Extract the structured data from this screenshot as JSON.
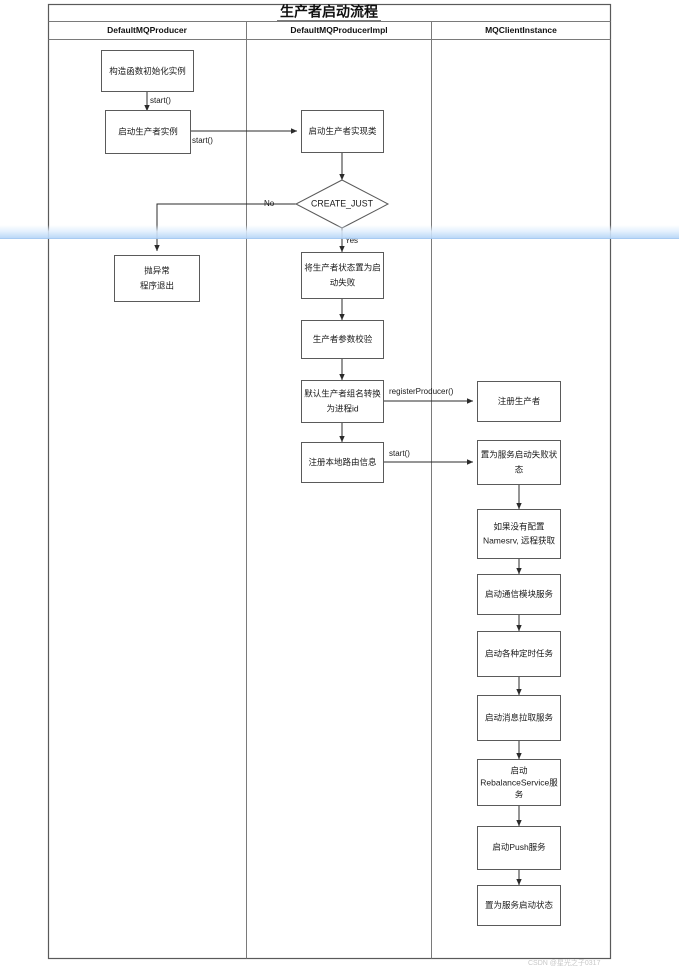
{
  "diagram": {
    "title": "生产者启动流程",
    "columns": [
      {
        "id": "col-default-mq-producer",
        "label": "DefaultMQProducer"
      },
      {
        "id": "col-default-mq-producer-impl",
        "label": "DefaultMQProducerImpl"
      },
      {
        "id": "col-mq-client-instance",
        "label": "MQClientInstance"
      }
    ],
    "nodes": [
      {
        "id": "n1",
        "lane": 0,
        "shape": "rect",
        "lines": [
          "构造函数初始化实例"
        ]
      },
      {
        "id": "n2",
        "lane": 0,
        "shape": "rect",
        "lines": [
          "启动生产者实例"
        ]
      },
      {
        "id": "n3",
        "lane": 0,
        "shape": "rect",
        "lines": [
          "抛异常",
          "程序退出"
        ]
      },
      {
        "id": "n4",
        "lane": 1,
        "shape": "rect",
        "lines": [
          "启动生产者实现类"
        ]
      },
      {
        "id": "n5",
        "lane": 1,
        "shape": "diamond",
        "lines": [
          "CREATE_JUST"
        ]
      },
      {
        "id": "n6",
        "lane": 1,
        "shape": "rect",
        "lines": [
          "将生产者状态置为启",
          "动失败"
        ]
      },
      {
        "id": "n7",
        "lane": 1,
        "shape": "rect",
        "lines": [
          "生产者参数校验"
        ]
      },
      {
        "id": "n8",
        "lane": 1,
        "shape": "rect",
        "lines": [
          "默认生产者组名转换",
          "为进程id"
        ]
      },
      {
        "id": "n9",
        "lane": 1,
        "shape": "rect",
        "lines": [
          "注册本地路由信息"
        ]
      },
      {
        "id": "n10",
        "lane": 2,
        "shape": "rect",
        "lines": [
          "注册生产者"
        ]
      },
      {
        "id": "n11",
        "lane": 2,
        "shape": "rect",
        "lines": [
          "置为服务启动失败状",
          "态"
        ]
      },
      {
        "id": "n12",
        "lane": 2,
        "shape": "rect",
        "lines": [
          "如果没有配置",
          "Namesrv, 远程获取"
        ]
      },
      {
        "id": "n13",
        "lane": 2,
        "shape": "rect",
        "lines": [
          "启动通信模块服务"
        ]
      },
      {
        "id": "n14",
        "lane": 2,
        "shape": "rect",
        "lines": [
          "启动各种定时任务"
        ]
      },
      {
        "id": "n15",
        "lane": 2,
        "shape": "rect",
        "lines": [
          "启动消息拉取服务"
        ]
      },
      {
        "id": "n16",
        "lane": 2,
        "shape": "rect",
        "lines": [
          "启动",
          "RebalanceService服",
          "务"
        ]
      },
      {
        "id": "n17",
        "lane": 2,
        "shape": "rect",
        "lines": [
          "启动Push服务"
        ]
      },
      {
        "id": "n18",
        "lane": 2,
        "shape": "rect",
        "lines": [
          "置为服务启动状态"
        ]
      }
    ],
    "edge_labels": [
      {
        "id": "e1",
        "text": "start()"
      },
      {
        "id": "e2",
        "text": "start()"
      },
      {
        "id": "e3",
        "text": "No"
      },
      {
        "id": "e4",
        "text": "Yes"
      },
      {
        "id": "e5",
        "text": "registerProducer()"
      },
      {
        "id": "e6",
        "text": "start()"
      }
    ],
    "watermark": "CSDN @星光之子0317",
    "colors": {
      "box_stroke": "#5a5a5a",
      "box_fill": "#ffffff",
      "connector": "#2b2b2b",
      "frame": "#5a5a5a",
      "highlight_band": "#b9d7f7",
      "text": "#1a1a1a",
      "watermark": "#c8c8c8"
    }
  }
}
